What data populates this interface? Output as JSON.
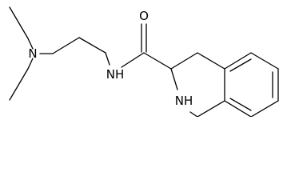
{
  "molecule": {
    "labels": {
      "amine_n": "N",
      "amide_nh": "NH",
      "carbonyl_o": "O",
      "ring_nh": "NH"
    }
  }
}
